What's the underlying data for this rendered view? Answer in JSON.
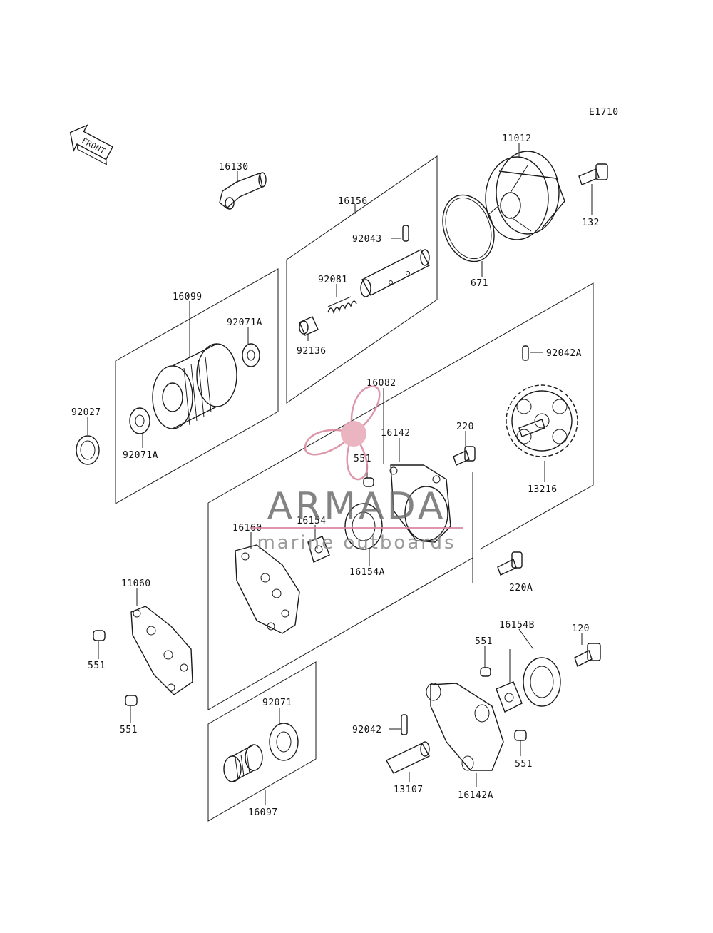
{
  "code": "E1710",
  "front_arrow": "FRONT",
  "parts": [
    {
      "id": "p16130",
      "label": "16130"
    },
    {
      "id": "p16156",
      "label": "16156"
    },
    {
      "id": "p92043",
      "label": "92043"
    },
    {
      "id": "p92081",
      "label": "92081"
    },
    {
      "id": "p92136",
      "label": "92136"
    },
    {
      "id": "p11012",
      "label": "11012"
    },
    {
      "id": "p132",
      "label": "132"
    },
    {
      "id": "p671",
      "label": "671"
    },
    {
      "id": "p16099",
      "label": "16099"
    },
    {
      "id": "p92071A_top",
      "label": "92071A"
    },
    {
      "id": "p92027",
      "label": "92027"
    },
    {
      "id": "p92071A_bot",
      "label": "92071A"
    },
    {
      "id": "p92042A",
      "label": "92042A"
    },
    {
      "id": "p16082",
      "label": "16082"
    },
    {
      "id": "p16142",
      "label": "16142"
    },
    {
      "id": "p220",
      "label": "220"
    },
    {
      "id": "p551_a",
      "label": "551"
    },
    {
      "id": "p13216",
      "label": "13216"
    },
    {
      "id": "p16160",
      "label": "16160"
    },
    {
      "id": "p16154",
      "label": "16154"
    },
    {
      "id": "p16154A",
      "label": "16154A"
    },
    {
      "id": "p220A",
      "label": "220A"
    },
    {
      "id": "p11060",
      "label": "11060"
    },
    {
      "id": "p551_b",
      "label": "551"
    },
    {
      "id": "p551_c",
      "label": "551"
    },
    {
      "id": "p16154B",
      "label": "16154B"
    },
    {
      "id": "p120",
      "label": "120"
    },
    {
      "id": "p551_d",
      "label": "551"
    },
    {
      "id": "p551_e",
      "label": "551"
    },
    {
      "id": "p92071",
      "label": "92071"
    },
    {
      "id": "p92042",
      "label": "92042"
    },
    {
      "id": "p13107",
      "label": "13107"
    },
    {
      "id": "p16142A",
      "label": "16142A"
    },
    {
      "id": "p16097",
      "label": "16097"
    }
  ],
  "watermark": {
    "brand": "ARMADA",
    "tagline": "marine outboards",
    "accent_color": "#d9869c"
  }
}
